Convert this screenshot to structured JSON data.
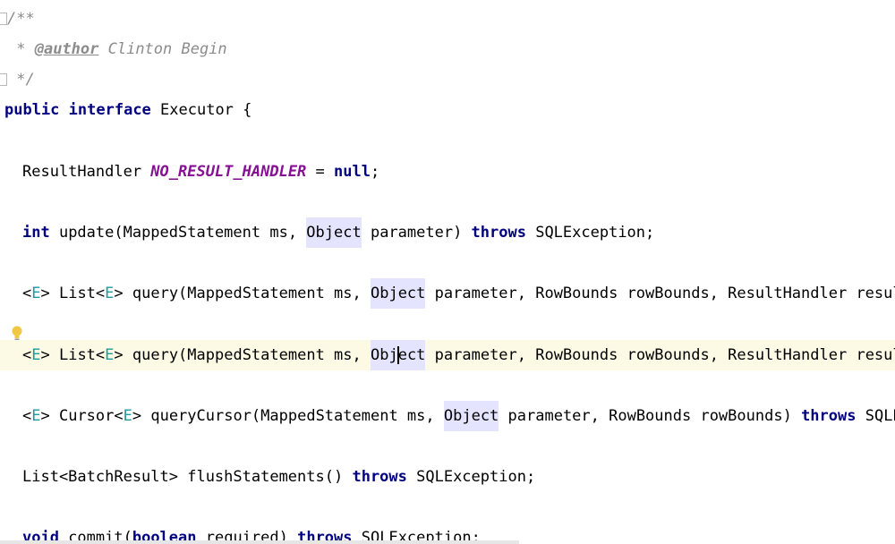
{
  "javadoc": {
    "open": "/**",
    "star": " * ",
    "author_tag": "@author",
    "author_name": " Clinton Begin",
    "close": " */"
  },
  "decl": {
    "public_kw": "public",
    "interface_kw": "interface",
    "name": " Executor {"
  },
  "field": {
    "type": "ResultHandler ",
    "name": "NO_RESULT_HANDLER",
    "eq": " = ",
    "null_kw": "null",
    "end": ";"
  },
  "update": {
    "int_kw": "int",
    "sig": " update(MappedStatement ms, ",
    "obj": "Object",
    "rest": " parameter) ",
    "throws_kw": "throws",
    "exc": " SQLException;"
  },
  "query1": {
    "lt": "<",
    "E1": "E",
    "gt_list": "> List<",
    "E2": "E",
    "sig": "> query(MappedStatement ms, ",
    "obj": "Object",
    "rest": " parameter, RowBounds rowBounds, ResultHandler resul"
  },
  "query2": {
    "lt": "<",
    "E1": "E",
    "gt_list": "> List<",
    "E2": "E",
    "sig": "> query(MappedStatement ms, ",
    "obj_a": "Obj",
    "obj_b": "ect",
    "rest": " parameter, RowBounds rowBounds, ResultHandler resul"
  },
  "cursor": {
    "lt": "<",
    "E1": "E",
    "gt_cursor": "> Cursor<",
    "E2": "E",
    "sig": "> queryCursor(MappedStatement ms, ",
    "obj": "Object",
    "rest": " parameter, RowBounds rowBounds) ",
    "throws_kw": "throws",
    "exc": " SQLE"
  },
  "flush": {
    "sig": "List<BatchResult> flushStatements() ",
    "throws_kw": "throws",
    "exc": " SQLException;"
  },
  "commit": {
    "void_kw": "void",
    "sig": " commit(",
    "bool_kw": "boolean",
    "rest": " required) ",
    "throws_kw": "throws",
    "exc": " SQLException;"
  },
  "colors": {
    "keyword": "#0033b3",
    "comment": "#8c8c8c",
    "constant": "#871094",
    "type_param": "#20999d",
    "usage_highlight": "#e4e4ff",
    "current_line": "#fcfae4",
    "bulb": "#f2c744"
  },
  "icons": [
    "fold-marker-icon",
    "intention-bulb-icon"
  ]
}
